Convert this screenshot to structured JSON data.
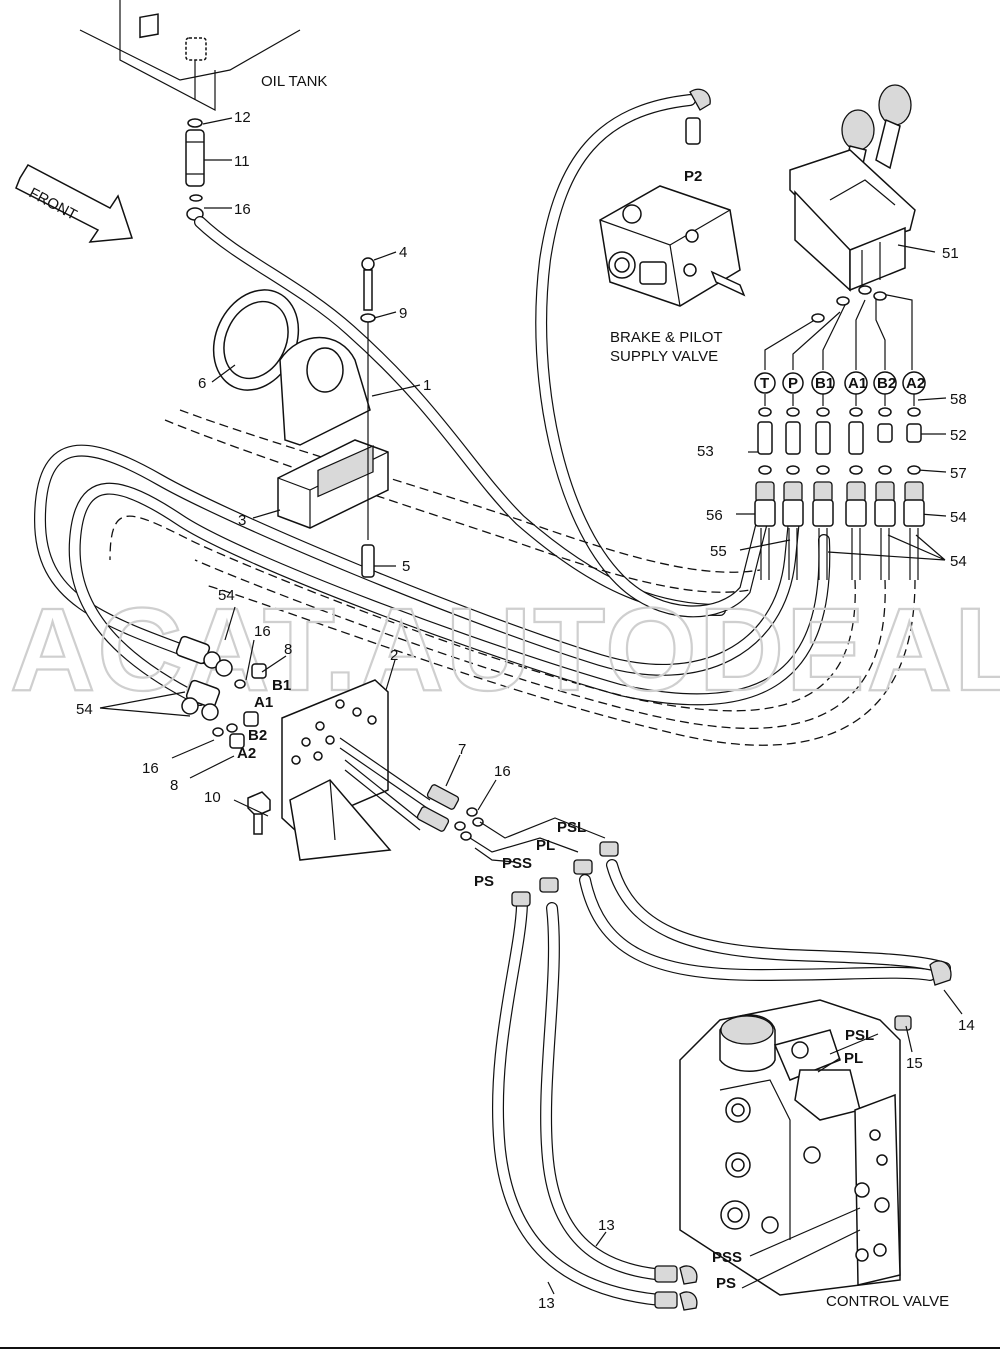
{
  "captions": {
    "oil_tank": "OIL TANK",
    "front": "FRONT",
    "brake_valve_line1": "BRAKE & PILOT",
    "brake_valve_line2": "SUPPLY VALVE",
    "control_valve": "CONTROL VALVE"
  },
  "watermark": "ACAT.AUTODEALER.RU",
  "part_numbers": {
    "n1": "1",
    "n2": "2",
    "n3": "3",
    "n4": "4",
    "n5": "5",
    "n6": "6",
    "n7": "7",
    "n8_top": "8",
    "n8_bottom": "8",
    "n9": "9",
    "n10": "10",
    "n11": "11",
    "n12": "12",
    "n13_top": "13",
    "n13_bottom": "13",
    "n14": "14",
    "n15": "15",
    "n16_tank": "16",
    "n16_left_top": "16",
    "n16_left_bottom": "16",
    "n16_mid": "16",
    "n51": "51",
    "n52": "52",
    "n53": "53",
    "n54_right_top": "54",
    "n54_right_mid": "54",
    "n54_left_top": "54",
    "n54_left_mid": "54",
    "n55": "55",
    "n56": "56",
    "n57": "57",
    "n58": "58"
  },
  "ports": {
    "p2": "P2",
    "circle_T": "T",
    "circle_P": "P",
    "circle_B1": "B1",
    "circle_A1": "A1",
    "circle_B2": "B2",
    "circle_A2": "A2",
    "b1": "B1",
    "a1": "A1",
    "b2": "B2",
    "a2": "A2",
    "psl_mid": "PSL",
    "pl_mid": "PL",
    "pss_mid": "PSS",
    "ps_mid": "PS",
    "psl_cv": "PSL",
    "pl_cv": "PL",
    "pss_cv": "PSS",
    "ps_cv": "PS"
  },
  "colors": {
    "line": "#111111",
    "watermark": "#cfcfcf",
    "fill": "#d9d9d9"
  }
}
